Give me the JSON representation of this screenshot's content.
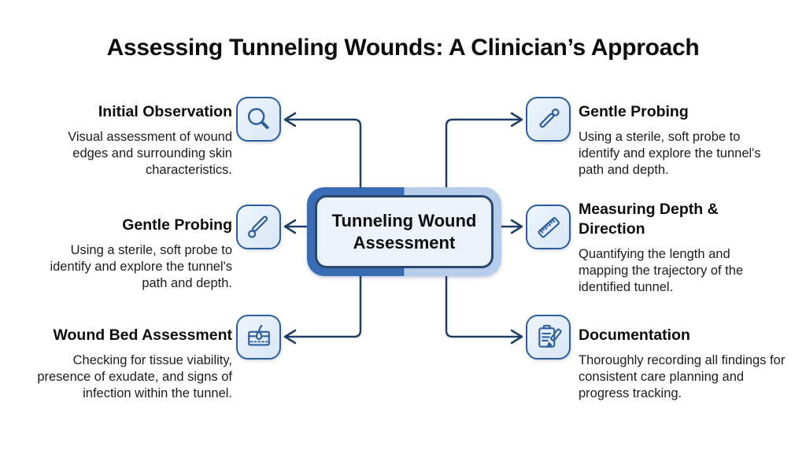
{
  "title": "Assessing Tunneling Wounds: A Clinician’s Approach",
  "center": {
    "label": "Tunneling Wound Assessment"
  },
  "branches": {
    "left": [
      {
        "icon": "magnifier-icon",
        "title": "Initial Observation",
        "description": "Visual assessment of wound edges and surrounding skin characteristics."
      },
      {
        "icon": "swab-probe-icon",
        "title": "Gentle Probing",
        "description": "Using a sterile, soft probe to identify and explore the tunnel's path and depth."
      },
      {
        "icon": "skin-layers-icon",
        "title": "Wound Bed Assessment",
        "description": "Checking for tissue viability, presence of exudate, and signs of infection within the tunnel."
      }
    ],
    "right": [
      {
        "icon": "probe-icon",
        "title": "Gentle Probing",
        "description": "Using a sterile, soft probe to identify and explore the tunnel's path and depth."
      },
      {
        "icon": "ruler-icon",
        "title": "Measuring Depth & Direction",
        "description": "Quantifying the length and mapping the trajectory of the identified tunnel."
      },
      {
        "icon": "clipboard-pencil-icon",
        "title": "Documentation",
        "description": "Thoroughly recording all findings for consistent care planning and progress tracking."
      }
    ]
  },
  "colors": {
    "connector": "#1d3e66",
    "node_outer_left": "#3a6cb5",
    "node_outer_right": "#b5cceb",
    "node_inner_border": "#2a476d",
    "node_inner_fill": "#ebf2fa",
    "tile_border": "#2b5e9e",
    "tile_fill": "#e3eefb",
    "icon_stroke": "#2e5e9c"
  }
}
